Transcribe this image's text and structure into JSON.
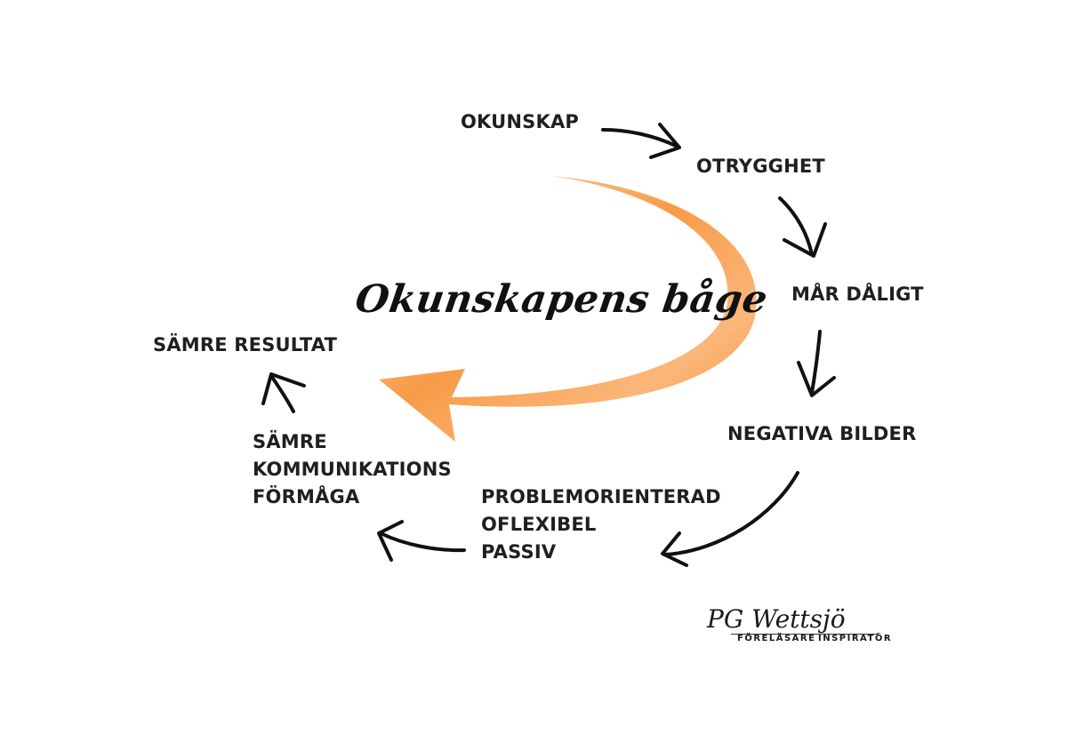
{
  "title": "Okunskapens båge",
  "nodes": {
    "okunskap": [
      "OKUNSKAP"
    ],
    "otrygghet": [
      "OTRYGGHET"
    ],
    "mar_daligt": [
      "MÅR DÅLIGT"
    ],
    "negativa_bilder": [
      "NEGATIVA BILDER"
    ],
    "problemorienterad": [
      "PROBLEMORIENTERAD",
      "OFLEXIBEL",
      "PASSIV"
    ],
    "kommunikation": [
      "SÄMRE",
      "KOMMUNIKATIONS",
      "FÖRMÅGA"
    ],
    "samre_resultat": [
      "SÄMRE RESULTAT"
    ]
  },
  "signature": {
    "name": "PG Wettsjö",
    "role_left": "FÖRELÄSARE",
    "role_right": "INSPIRATÖR"
  },
  "colors": {
    "text": "#1f1f1f",
    "arrow": "#111111",
    "arc_dark": "#f7923a",
    "arc_light": "#fbc99a"
  }
}
